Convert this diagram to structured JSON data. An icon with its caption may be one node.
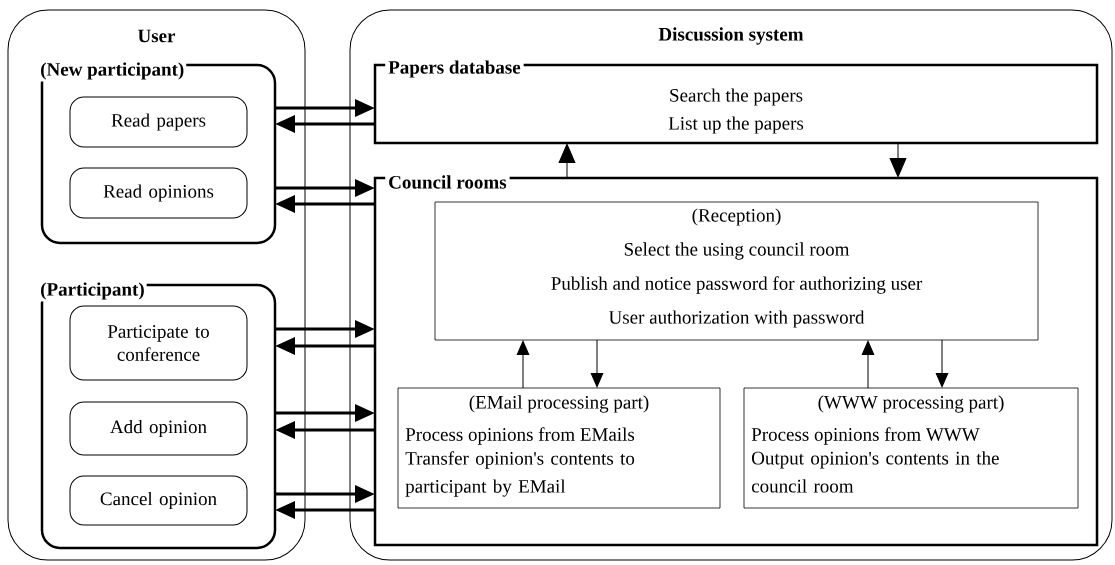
{
  "diagram": {
    "nodes": [
      {
        "text": [
          "User"
        ]
      },
      {
        "text": [
          "(New participant)"
        ],
        "in": 0
      },
      {
        "text": [
          "Read papers"
        ],
        "in": 1
      },
      {
        "text": [
          "Read opinions"
        ],
        "in": 1
      },
      {
        "text": [
          "(Participant)"
        ],
        "in": 0
      },
      {
        "text": [
          "Participate to conference"
        ],
        "in": 4
      },
      {
        "text": [
          "Add opinion"
        ],
        "in": 4
      },
      {
        "text": [
          "Cancel opinion"
        ],
        "in": 4
      },
      {
        "text": [
          "Discussion system"
        ]
      },
      {
        "text": [
          "Papers database",
          "Search the papers",
          "List up the papers"
        ],
        "in": 8
      },
      {
        "text": [
          "Council rooms"
        ],
        "in": 8
      },
      {
        "text": [
          "(Reception)",
          "Select the using council room",
          "Publish and notice password for authorizing user",
          "User authorization with password"
        ],
        "in": 10
      },
      {
        "text": [
          "(EMail processing part)",
          "Process opinions from EMails",
          "Transfer opinion's contents to participant by EMail"
        ],
        "in": 10
      },
      {
        "text": [
          "(WWW processing part)",
          "Process opinions from WWW",
          "Output opinion's contents in the council room"
        ],
        "in": 10
      }
    ],
    "edges": [
      {
        "from": 1,
        "to": 9,
        "arrow": "to"
      },
      {
        "from": 9,
        "to": 1,
        "arrow": "to"
      },
      {
        "from": 1,
        "to": 10,
        "arrow": "to"
      },
      {
        "from": 10,
        "to": 1,
        "arrow": "to"
      },
      {
        "from": 4,
        "to": 10,
        "arrow": "to"
      },
      {
        "from": 10,
        "to": 4,
        "arrow": "to"
      },
      {
        "from": 4,
        "to": 10,
        "arrow": "to"
      },
      {
        "from": 10,
        "to": 4,
        "arrow": "to"
      },
      {
        "from": 4,
        "to": 10,
        "arrow": "to"
      },
      {
        "from": 10,
        "to": 4,
        "arrow": "to"
      },
      {
        "from": 10,
        "to": 9,
        "arrow": "to"
      },
      {
        "from": 9,
        "to": 10,
        "arrow": "to"
      },
      {
        "from": 12,
        "to": 11,
        "arrow": "to"
      },
      {
        "from": 11,
        "to": 12,
        "arrow": "to"
      },
      {
        "from": 13,
        "to": 11,
        "arrow": "to"
      },
      {
        "from": 11,
        "to": 13,
        "arrow": "to"
      }
    ]
  }
}
